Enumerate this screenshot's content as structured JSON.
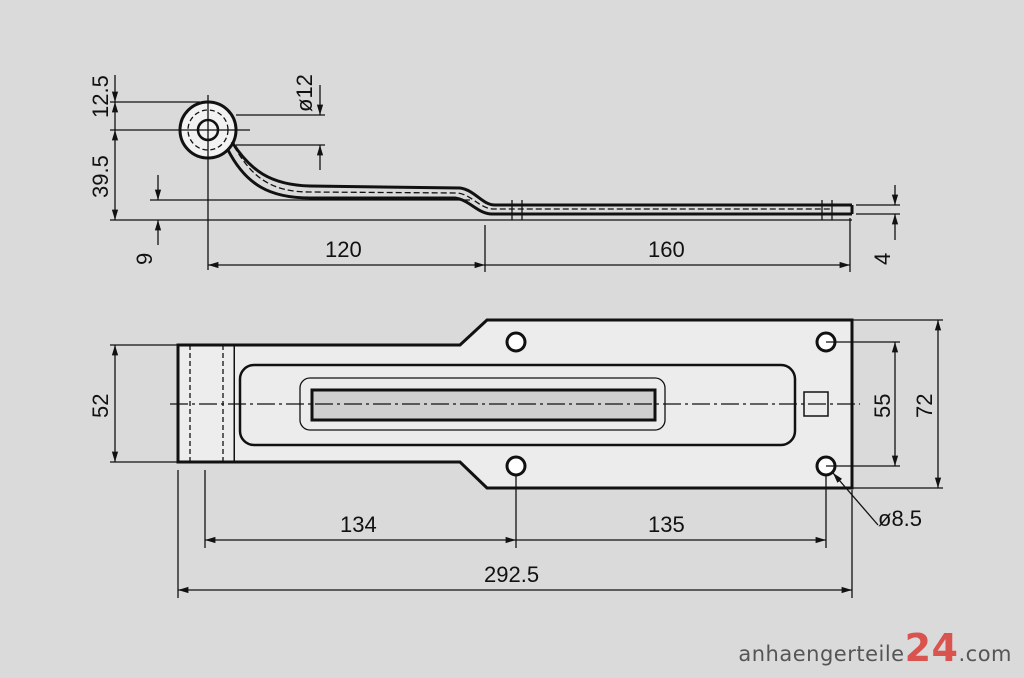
{
  "drawing": {
    "side_view": {
      "dimensions": {
        "eye_top": "12.5",
        "eye_to_base": "39.5",
        "offset": "9",
        "pin_diameter": "ø12",
        "length_1": "120",
        "length_2": "160",
        "thickness": "4"
      }
    },
    "plan_view": {
      "dimensions": {
        "knuckle_width": "52",
        "hole_spacing_vertical": "55",
        "plate_width": "72",
        "hole_diameter": "ø8.5",
        "hole_offset": "134",
        "hole_spacing_horizontal": "135",
        "overall_length": "292.5"
      }
    }
  },
  "watermark": {
    "text_prefix": "anhaengerteile",
    "text_number": "24",
    "text_suffix": ".com"
  },
  "colors": {
    "background": "#dadada",
    "ink": "#111111",
    "brand_red": "#d9534f"
  }
}
